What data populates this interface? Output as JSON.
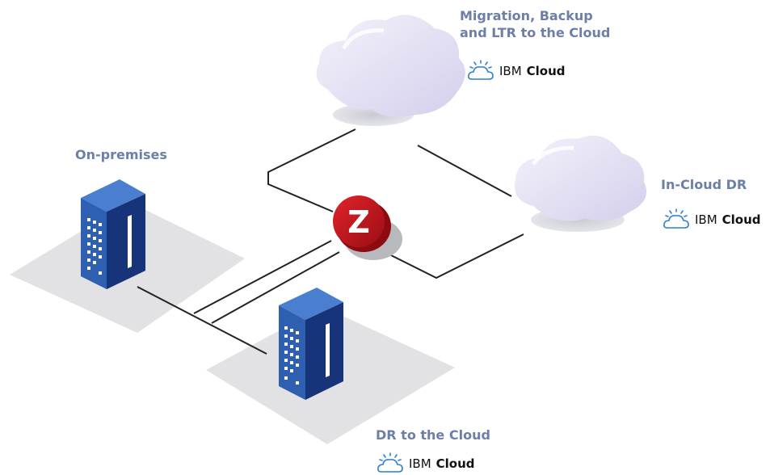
{
  "labels": {
    "migration_line1": "Migration, Backup",
    "migration_line2": "and LTR to the Cloud",
    "on_premises": "On-premises",
    "in_cloud_dr": "In-Cloud DR",
    "dr_to_cloud": "DR to the Cloud"
  },
  "brand": {
    "prefix": "IBM",
    "name": "Cloud"
  },
  "hub": {
    "letter": "Z"
  },
  "icons": {
    "cloud_logo": "ibm-cloud-logo-icon",
    "hub": "zerto-hub-icon",
    "server": "server-building-icon",
    "cloud": "cloud-icon"
  },
  "colors": {
    "label": "#6b7fa8",
    "server_front": "#2f5fb0",
    "server_side": "#17347a",
    "hub": "#c8141c",
    "cloud": "#dcd8f0",
    "logo": "#2f7fd0"
  }
}
